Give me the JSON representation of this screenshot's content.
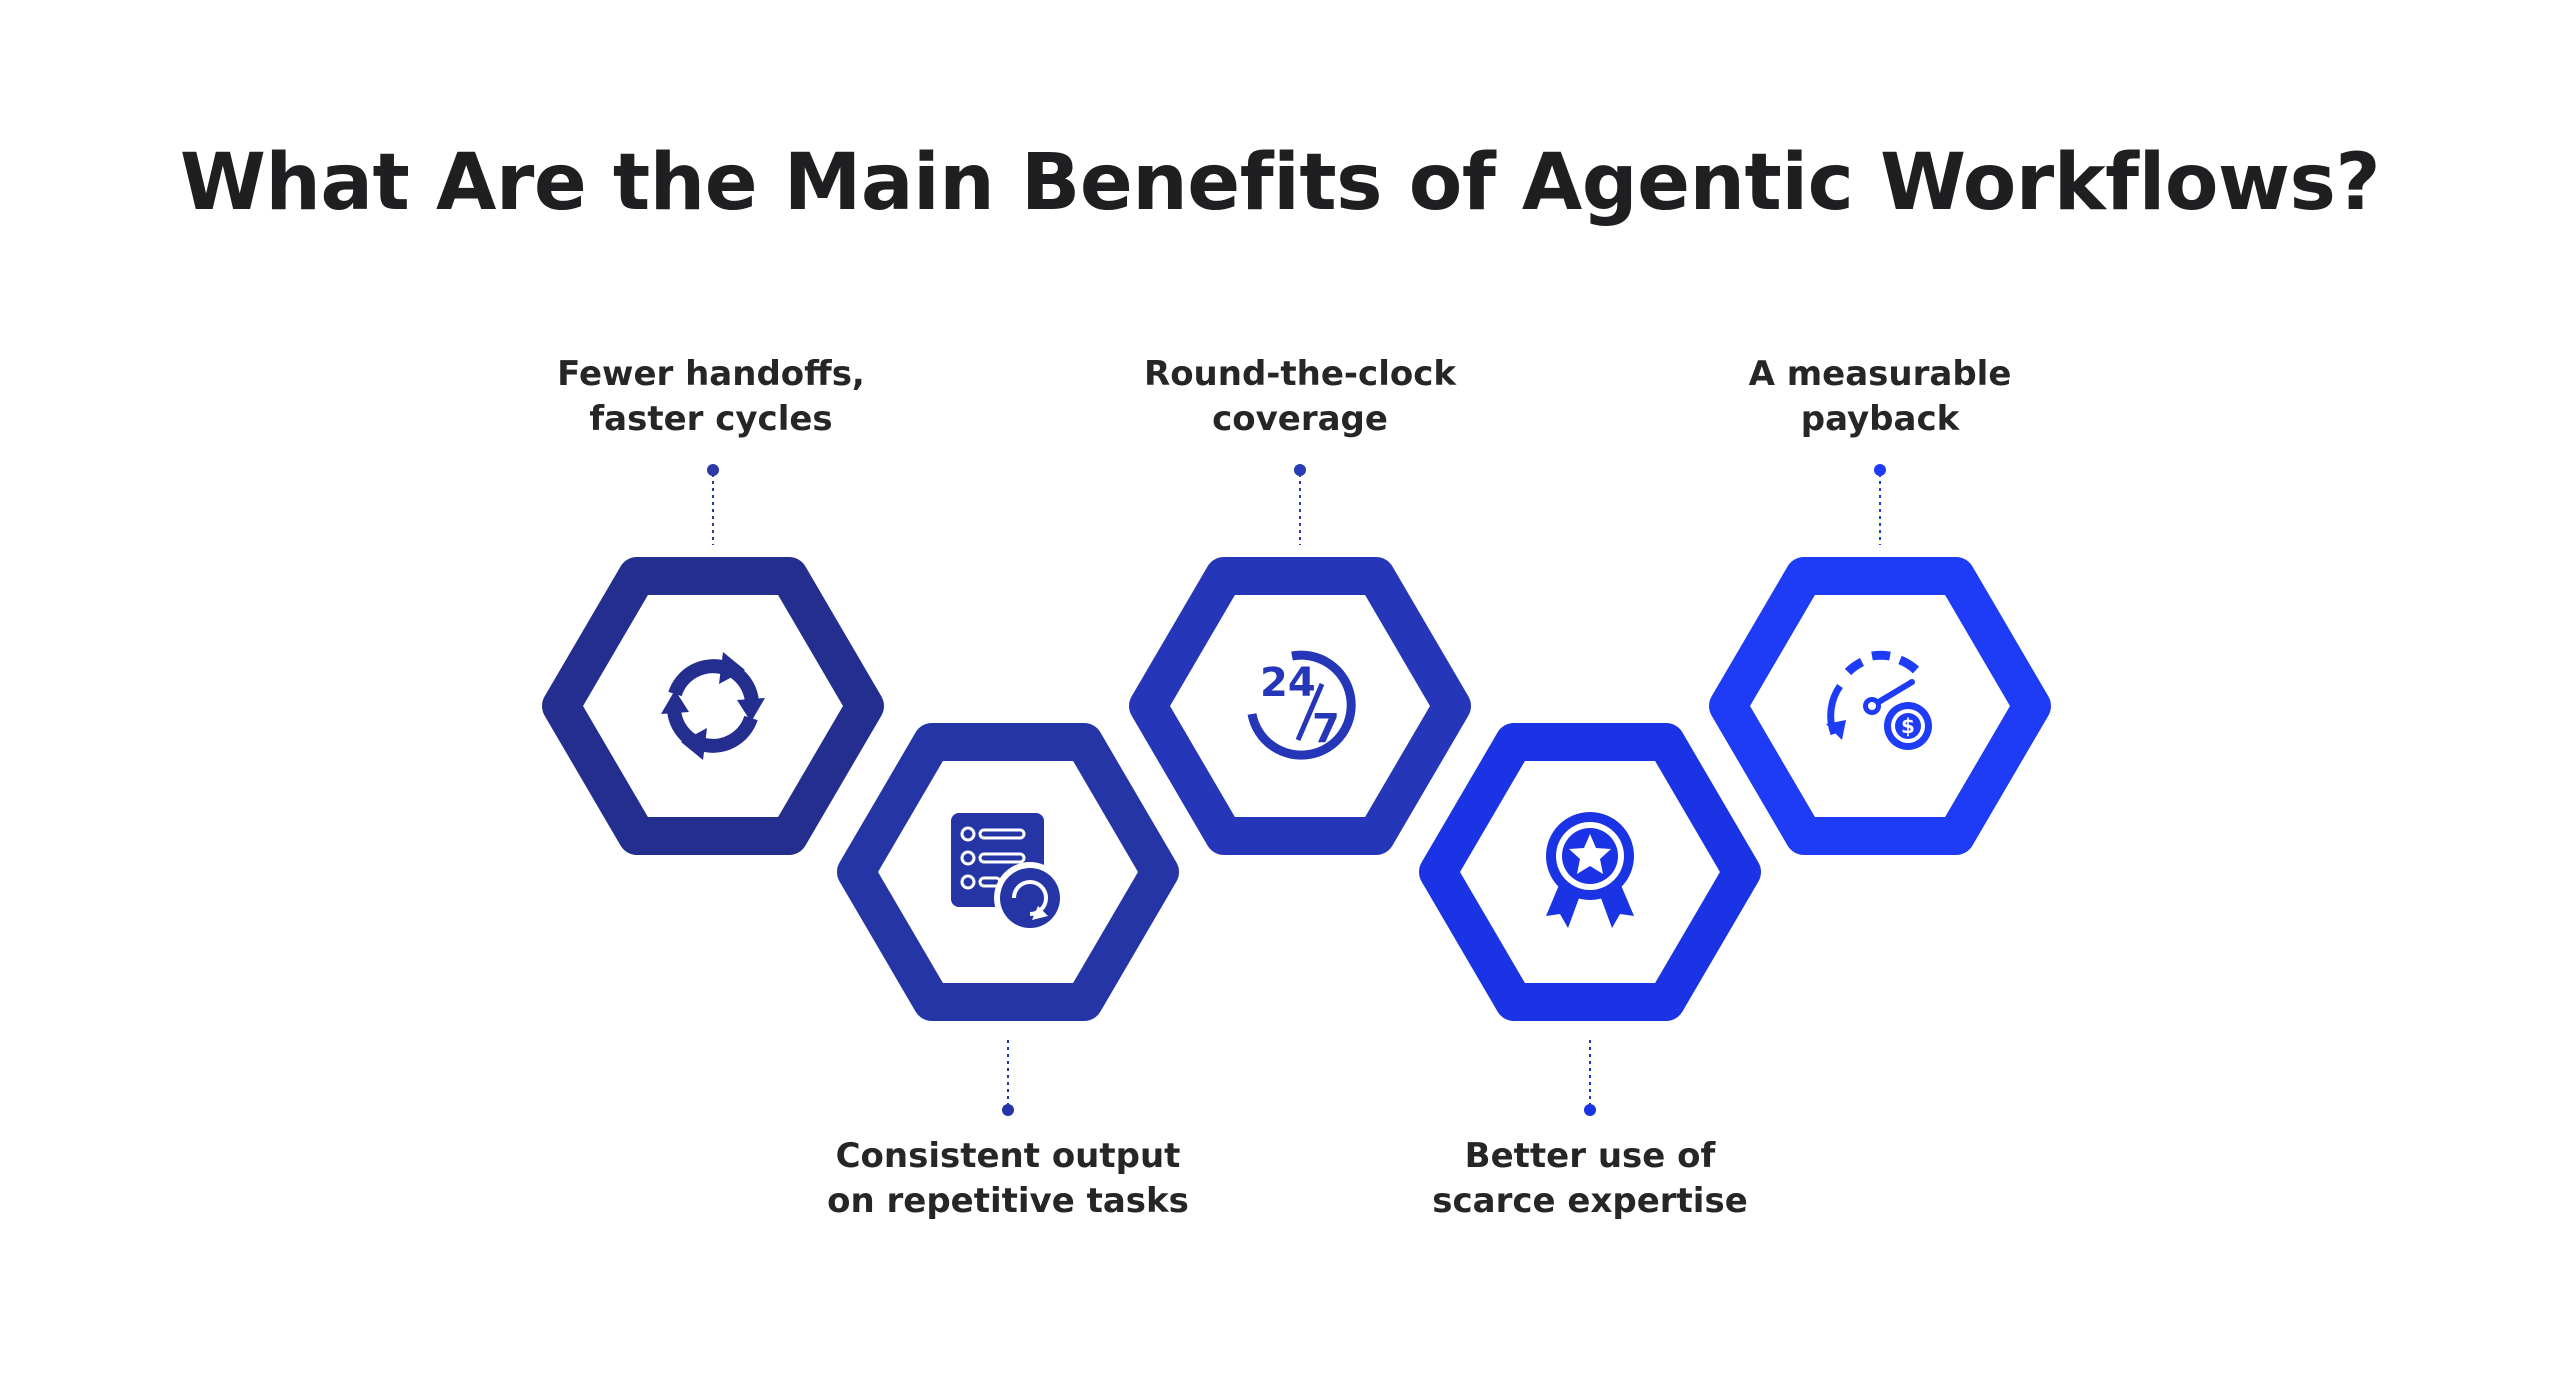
{
  "title": "What Are the Main Benefits of Agentic Workflows?",
  "benefits": [
    {
      "line1": "Fewer handoffs,",
      "line2": "faster cycles",
      "icon": "cycle-arrows-icon",
      "color": "#232e8f"
    },
    {
      "line1": "Consistent output",
      "line2": "on repetitive tasks",
      "icon": "task-list-refresh-icon",
      "color": "#2535a6"
    },
    {
      "line1": "Round-the-clock",
      "line2": "coverage",
      "icon": "clock-24-7-icon",
      "color": "#2636b8"
    },
    {
      "line1": "Better use of",
      "line2": "scarce expertise",
      "icon": "award-ribbon-icon",
      "color": "#1a33e4"
    },
    {
      "line1": "A measurable",
      "line2": "payback",
      "icon": "speedometer-dollar-icon",
      "color": "#1e3cf6"
    }
  ],
  "icon_glyphs": {
    "clock_24": "24",
    "clock_7": "7"
  }
}
